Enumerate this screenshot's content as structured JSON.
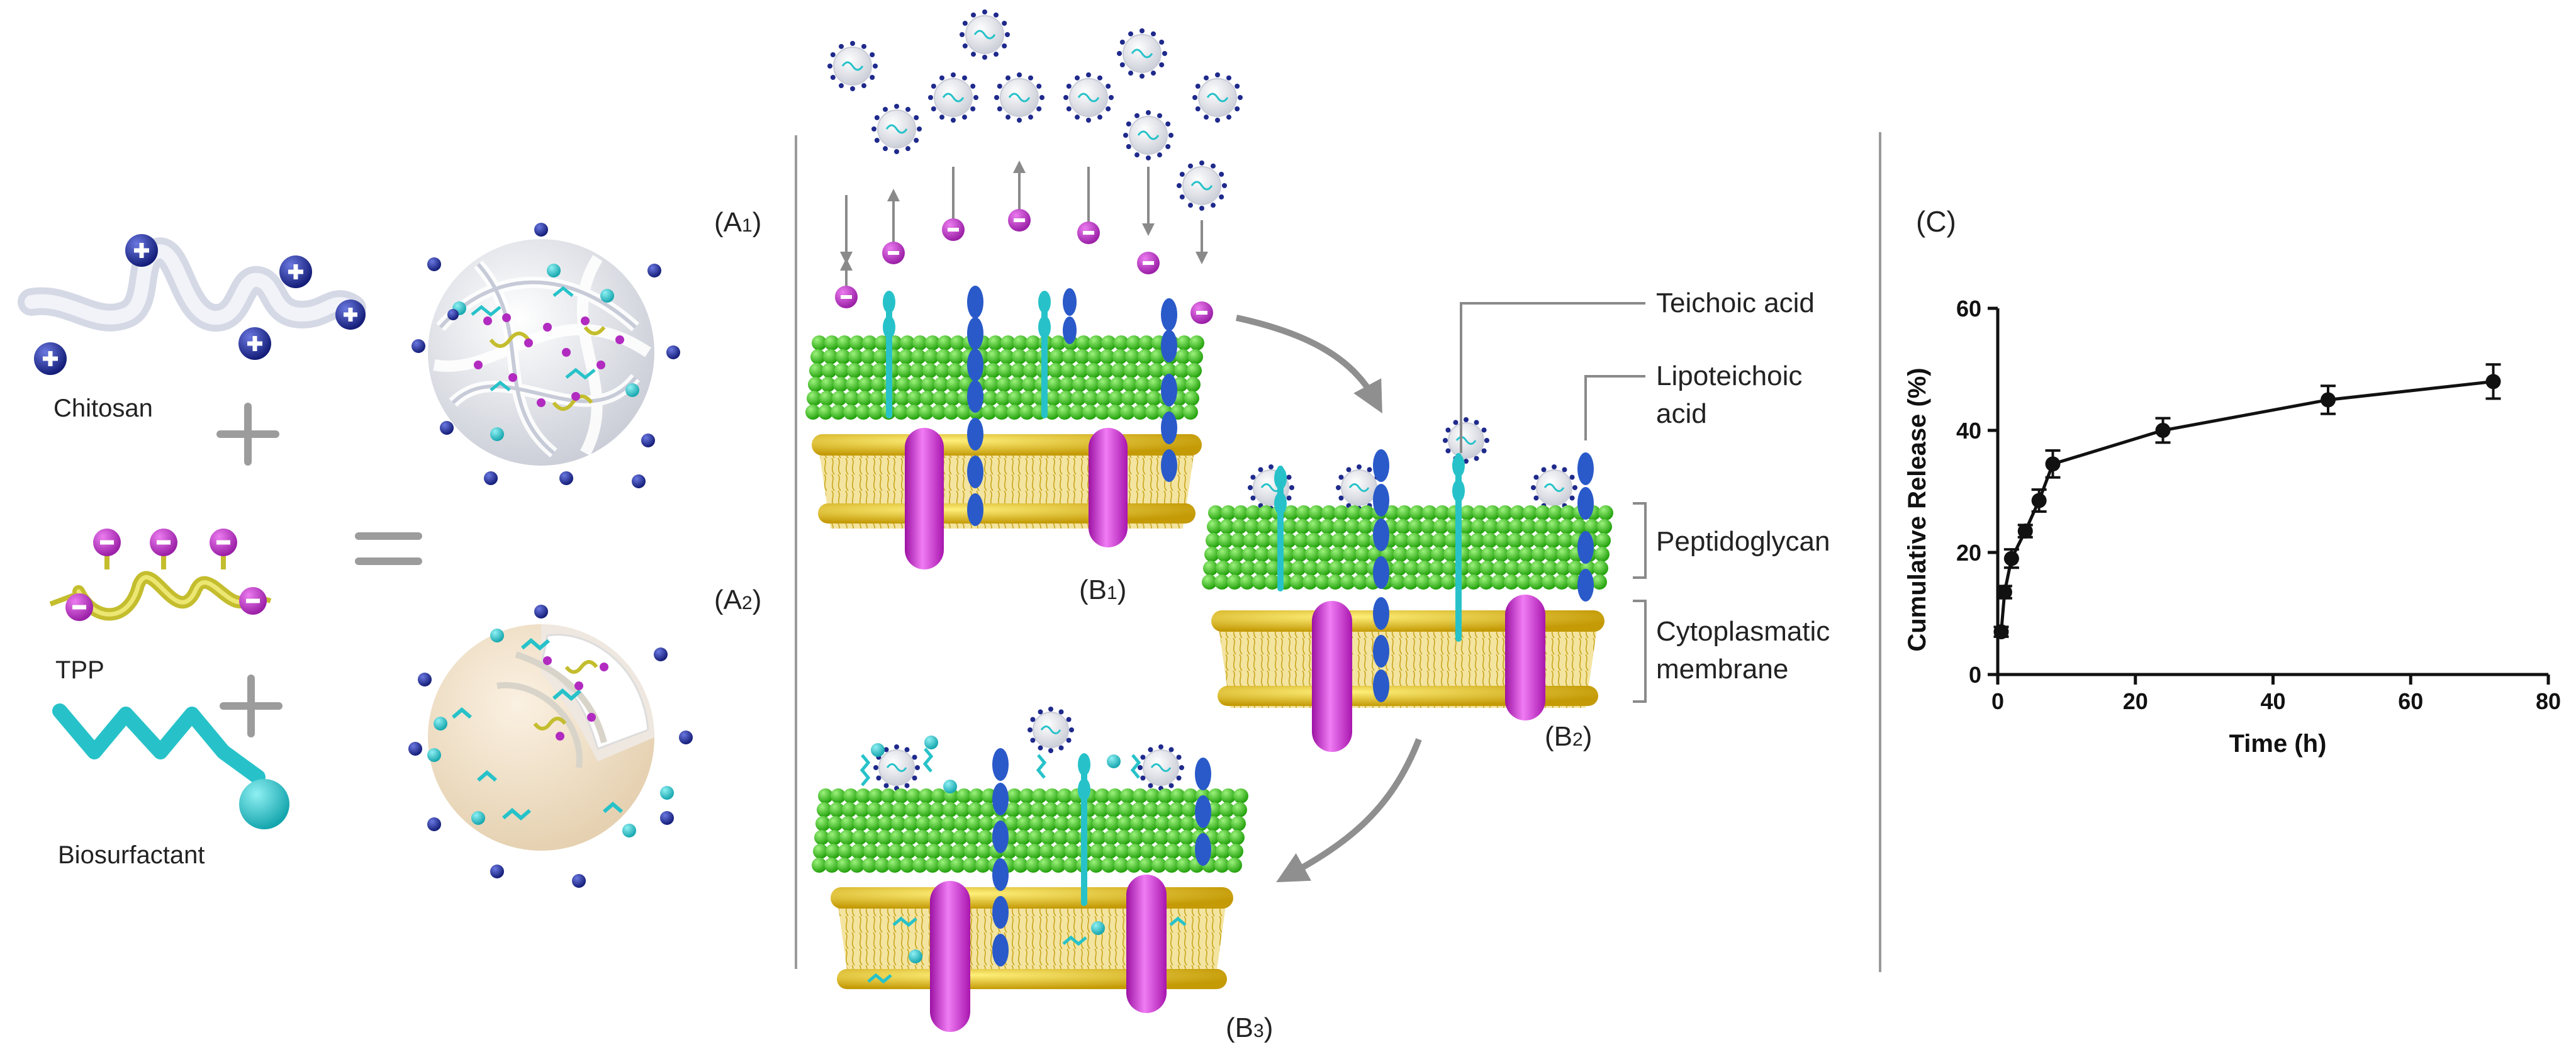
{
  "inputs": {
    "chitosan": "Chitosan",
    "tpp": "TPP",
    "biosurfactant": "Biosurfactant"
  },
  "panels": {
    "a1": "(A1)",
    "a2": "(A2)",
    "b1": "(B1)",
    "b2": "(B2)",
    "b3": "(B3)",
    "c": "(C)"
  },
  "callouts": {
    "teichoic": "Teichoic acid",
    "lipoteichoic_1": "Lipoteichoic",
    "lipoteichoic_2": "acid",
    "peptidoglycan": "Peptidoglycan",
    "cytoplasmatic_1": "Cytoplasmatic",
    "cytoplasmatic_2": "membrane"
  },
  "colors": {
    "chitosan_chain": "#dfe2ee",
    "chitosan_charge": "#1f2a8c",
    "tpp_chain": "#c9c33a",
    "tpp_charge": "#a62bb0",
    "biosurfactant": "#27c2c9",
    "peptidoglycan": "#3fcf22",
    "membrane_head": "#e6c21a",
    "protein": "#d326d8",
    "teichoic": "#2a5ac9",
    "arrow": "#8a8a8a"
  },
  "chart_data": {
    "type": "line",
    "title": "",
    "xlabel": "Time (h)",
    "ylabel": "Cumulative Release (%)",
    "xlim": [
      0,
      80
    ],
    "ylim": [
      0,
      60
    ],
    "xticks": [
      0,
      20,
      40,
      60,
      80
    ],
    "yticks": [
      0,
      20,
      40,
      60
    ],
    "grid": false,
    "series": [
      {
        "x": [
          0.5,
          1,
          2,
          4,
          6,
          8,
          24,
          48,
          72
        ],
        "y": [
          7,
          13.5,
          19,
          23.5,
          28.5,
          34.5,
          40,
          45,
          48
        ],
        "yerr": [
          0.8,
          1,
          1.5,
          1,
          1.8,
          2.2,
          2,
          2.3,
          2.8
        ]
      }
    ]
  }
}
